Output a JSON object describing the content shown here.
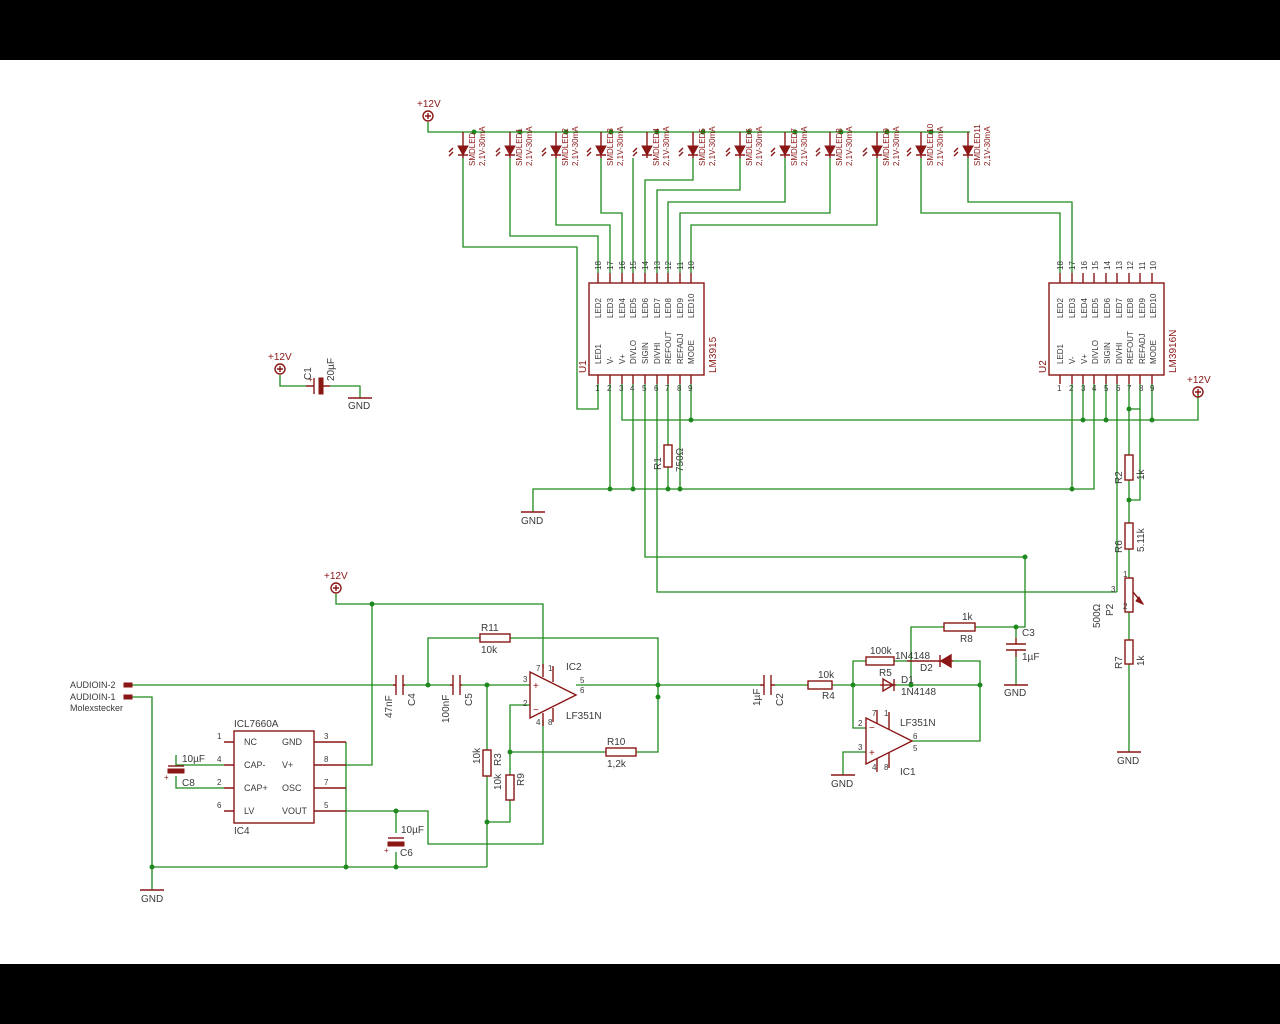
{
  "labels": {
    "p12_top": "+12V",
    "p12_c1": "+12V",
    "p12_left": "+12V",
    "p12_right": "+12V",
    "gnd_c1": "GND",
    "gnd_mid": "GND",
    "gnd_bl": "GND",
    "gnd_r7": "GND",
    "gnd_ic1": "GND",
    "gnd_c3": "GND",
    "c1_name": "C1",
    "c1_val": "20µF",
    "u1_name": "U1",
    "u1_type": "LM3915",
    "u2_name": "U2",
    "u2_type": "LM3916N",
    "r1_name": "R1",
    "r1_val": "750Ω",
    "r2_name": "R2",
    "r2_val": "1k",
    "r6_name": "R6",
    "r6_val": "5.11k",
    "p2_name": "P2",
    "p2_val": "500Ω",
    "r7_name": "R7",
    "r7_val": "1k",
    "c3_name": "C3",
    "c3_val": "1µF",
    "r8_name": "R8",
    "r8_val": "1k",
    "r5_name": "R5",
    "r5_val": "100k",
    "d2_name": "D2",
    "d2_val": "1N4148",
    "d1_name": "D1",
    "d1_val": "1N4148",
    "r4_name": "R4",
    "r4_val": "10k",
    "c2_name": "C2",
    "c2_val": "1µF",
    "ic1_name": "IC1",
    "ic1_type": "LF351N",
    "ic2_name": "IC2",
    "ic2_type": "LF351N",
    "r11_name": "R11",
    "r11_val": "10k",
    "r10_name": "R10",
    "r10_val": "1,2k",
    "r3_name": "R3",
    "r3_val": "10k",
    "r9_name": "R9",
    "r9_val": "10k",
    "c4_name": "C4",
    "c4_val": "47nF",
    "c5_name": "C5",
    "c5_val": "100nF",
    "c8_name": "C8",
    "c8_val": "10µF",
    "c6_name": "C6",
    "c6_val": "10µF",
    "ic4_name": "IC4",
    "ic4_type": "ICL7660A",
    "audio2": "AUDIOIN-2",
    "audio1": "AUDIOIN-1",
    "connector": "Molexstecker"
  },
  "leds": [
    {
      "name": "SMDLED",
      "spec": "2,1V-30mA"
    },
    {
      "name": "SMDLED1",
      "spec": "2,1V-30mA"
    },
    {
      "name": "SMDLED2",
      "spec": "2,1V-30mA"
    },
    {
      "name": "SMDLED3",
      "spec": "2,1V-30mA"
    },
    {
      "name": "SMDLED4",
      "spec": "2,1V-30mA"
    },
    {
      "name": "SMDLED5",
      "spec": "2,1V-30mA"
    },
    {
      "name": "SMDLED6",
      "spec": "2,1V-30mA"
    },
    {
      "name": "SMDLED7",
      "spec": "2,1V-30mA"
    },
    {
      "name": "SMDLED8",
      "spec": "2,1V-30mA"
    },
    {
      "name": "SMDLED9",
      "spec": "2,1V-30mA"
    },
    {
      "name": "SMDLED10",
      "spec": "2,1V-30mA"
    },
    {
      "name": "SMDLED11",
      "spec": "2,1V-30mA"
    }
  ],
  "lm_chip": {
    "top_pins": [
      "18",
      "17",
      "16",
      "15",
      "14",
      "13",
      "12",
      "11",
      "10"
    ],
    "top_names": [
      "LED2",
      "LED3",
      "LED4",
      "LED5",
      "LED6",
      "LED7",
      "LED8",
      "LED9",
      "LED10"
    ],
    "bottom_names": [
      "LED1",
      "V-",
      "V+",
      "DIVLO",
      "SIGIN",
      "DIVHI",
      "REFOUT",
      "REFADJ",
      "MODE"
    ],
    "bottom_pins": [
      "1",
      "2",
      "3",
      "4",
      "5",
      "6",
      "7",
      "8",
      "9"
    ]
  },
  "opamp": {
    "plus": "+",
    "minus": "−",
    "p_in_plus": "3",
    "p_in_minus": "2",
    "p_out": "6",
    "p_v1": "7",
    "p_v2": "4",
    "p_1": "1",
    "p_5": "5",
    "p_8": "8"
  },
  "icl7660": {
    "left_pins": [
      "1",
      "4",
      "2",
      "6"
    ],
    "left_names": [
      "NC",
      "CAP-",
      "CAP+",
      "LV"
    ],
    "right_pins": [
      "3",
      "8",
      "7",
      "5"
    ],
    "right_names": [
      "GND",
      "V+",
      "OSC",
      "VOUT"
    ]
  },
  "pot_pins": {
    "p1": "1",
    "p2": "2",
    "p3": "3"
  }
}
